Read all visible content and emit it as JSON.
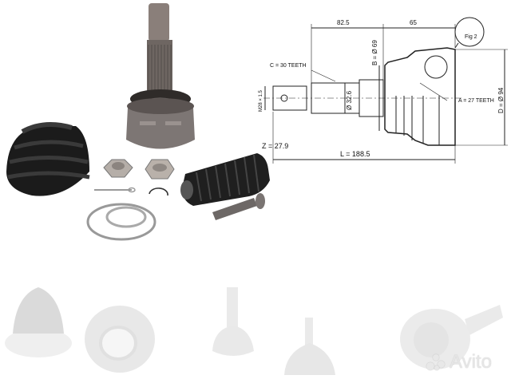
{
  "drawing": {
    "dimensions": {
      "shaft_length": "82.5",
      "body_length": "65",
      "figure_label": "Fig 2",
      "outer_spline": "C = 30 TEETH",
      "thread": "M28 × 1.5",
      "shaft_diameter": "Ø 32.6",
      "seal_diameter": "B = Ø 69",
      "inner_spline": "A = 27 TEETH",
      "body_diameter": "D = Ø 94",
      "z_value": "Z = 27.9",
      "total_length": "L = 188.5"
    }
  },
  "kit_parts": [
    "cv-joint",
    "boot",
    "castle-nut",
    "lock-nut",
    "cotter-pin",
    "circlip",
    "clamp-bands",
    "rubber-bellow",
    "bolt"
  ],
  "watermark": {
    "text": "Avito"
  }
}
